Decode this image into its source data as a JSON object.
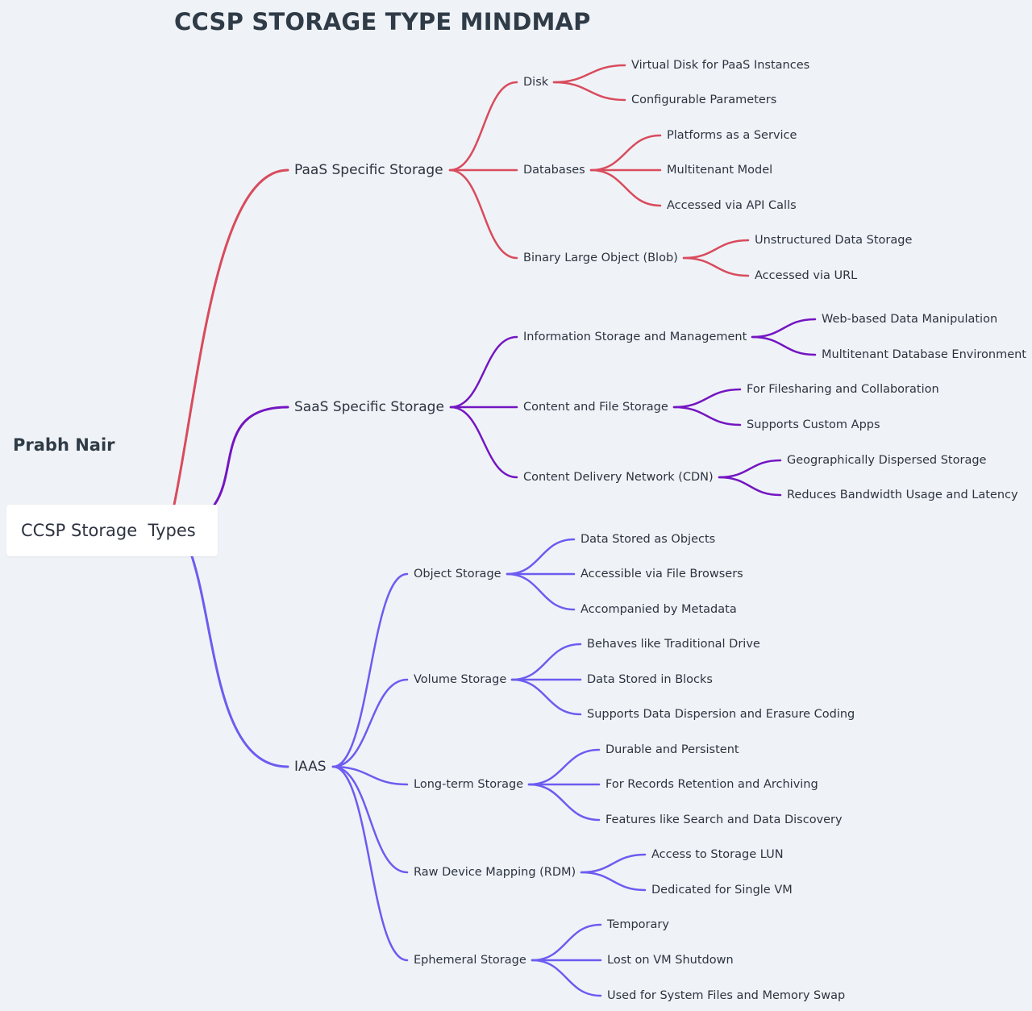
{
  "title": "CCSP STORAGE TYPE MINDMAP",
  "author": "Prabh Nair",
  "root": "CCSP Storage  Types",
  "colors": {
    "paas": "#d94b5d",
    "saas": "#7415c2",
    "iaas": "#6c5cf0"
  },
  "branches": [
    {
      "label": "PaaS Specific Storage",
      "color_key": "paas",
      "children": [
        {
          "label": "Disk",
          "children": [
            "Virtual Disk for PaaS Instances",
            "Configurable Parameters"
          ]
        },
        {
          "label": "Databases",
          "children": [
            "Platforms as a Service",
            "Multitenant Model",
            "Accessed via API Calls"
          ]
        },
        {
          "label": "Binary Large Object (Blob)",
          "children": [
            "Unstructured Data Storage",
            "Accessed via URL"
          ]
        }
      ]
    },
    {
      "label": "SaaS Specific Storage",
      "color_key": "saas",
      "children": [
        {
          "label": "Information Storage and Management",
          "children": [
            "Web-based Data Manipulation",
            "Multitenant Database Environment"
          ]
        },
        {
          "label": "Content and File Storage",
          "children": [
            "For Filesharing and Collaboration",
            "Supports Custom Apps"
          ]
        },
        {
          "label": "Content Delivery Network (CDN)",
          "children": [
            "Geographically Dispersed Storage",
            "Reduces Bandwidth Usage and Latency"
          ]
        }
      ]
    },
    {
      "label": "IAAS",
      "color_key": "iaas",
      "children": [
        {
          "label": "Object Storage",
          "children": [
            "Data Stored as Objects",
            "Accessible via File Browsers",
            "Accompanied by Metadata"
          ]
        },
        {
          "label": "Volume Storage",
          "children": [
            "Behaves like Traditional Drive",
            "Data Stored in Blocks",
            "Supports Data Dispersion and Erasure Coding"
          ]
        },
        {
          "label": "Long-term Storage",
          "children": [
            "Durable and Persistent",
            "For Records Retention and Archiving",
            "Features like Search and Data Discovery"
          ]
        },
        {
          "label": "Raw Device Mapping (RDM)",
          "children": [
            "Access to Storage LUN",
            "Dedicated for Single VM"
          ]
        },
        {
          "label": "Ephemeral Storage",
          "children": [
            "Temporary",
            "Lost on VM Shutdown",
            "Used for System Files and Memory Swap"
          ]
        }
      ]
    }
  ]
}
